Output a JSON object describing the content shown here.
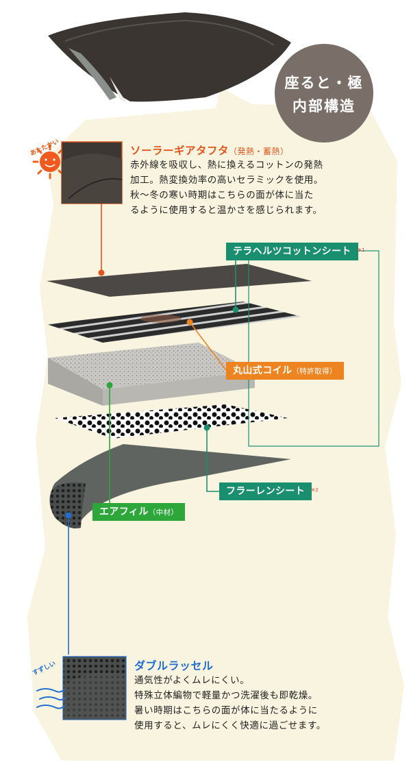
{
  "badge": {
    "line1": "座ると・極",
    "line2": "内部構造"
  },
  "solar": {
    "sun_label": "あたたかい",
    "title": "ソーラーギアタフタ",
    "title_note": "（発熱・蓄熱）",
    "desc1": "赤外線を吸収し、熱に換えるコットンの発熱",
    "desc2": "加工。熱変換効率の高いセラミックを使用。",
    "note1": "秋〜冬の寒い時期はこちらの面が体に当た",
    "note2": "るように使用すると温かさを感じられます。"
  },
  "tags": {
    "terra": "テラヘルツコットンシート",
    "terra_mark": "※1",
    "coil": "丸山式コイル",
    "coil_note": "（特許取得）",
    "fullerene": "フラーレンシート",
    "fullerene_mark": "※2",
    "airfill": "エアフィル",
    "airfill_note": "（中材）"
  },
  "russell": {
    "cool_label": "すずしい",
    "title": "ダブルラッセル",
    "desc1": "通気性がよくムレにくい。",
    "desc2": "特殊立体編物で軽量かつ洗濯後も即乾燥。",
    "note1": "暑い時期はこちらの面が体に当たるように",
    "note2": "使用すると、ムレにくく快適に過ごせます。"
  },
  "colors": {
    "panel": "#f8f4e0",
    "badge": "#7a6e68",
    "orange": "#e2541a",
    "green_dark": "#1a8f6f",
    "green_bright": "#2da63a",
    "coil_orange": "#ee8420",
    "blue": "#1f6ed0"
  },
  "icons": [
    "sun-icon",
    "wind-icon"
  ]
}
